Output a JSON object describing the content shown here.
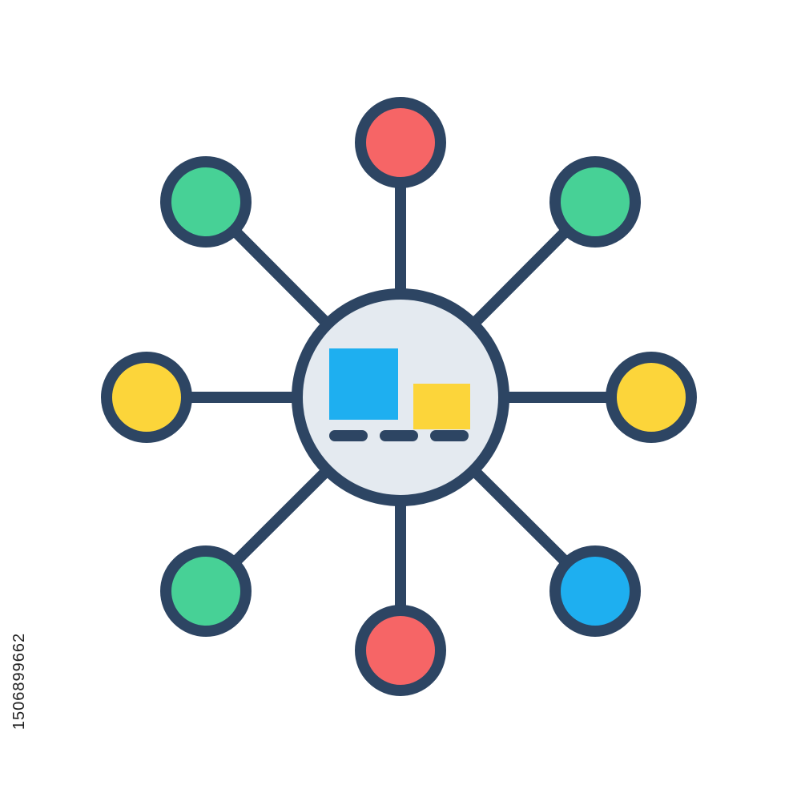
{
  "icon": {
    "name": "hub-network-icon",
    "center_symbol": "blocks-with-dashes-icon"
  },
  "colors": {
    "outline": "#2d4563",
    "hub_fill": "#e4eaf0",
    "red": "#f66566",
    "green": "#47d196",
    "yellow": "#fcd53a",
    "blue": "#1eaff0",
    "background": "#ffffff"
  },
  "nodes": [
    {
      "id": "top",
      "color": "red"
    },
    {
      "id": "top-right",
      "color": "green"
    },
    {
      "id": "right",
      "color": "yellow"
    },
    {
      "id": "bottom-right",
      "color": "blue"
    },
    {
      "id": "bottom",
      "color": "red"
    },
    {
      "id": "bottom-left",
      "color": "green"
    },
    {
      "id": "left",
      "color": "yellow"
    },
    {
      "id": "top-left",
      "color": "green"
    }
  ],
  "stock_id": "1506899662"
}
